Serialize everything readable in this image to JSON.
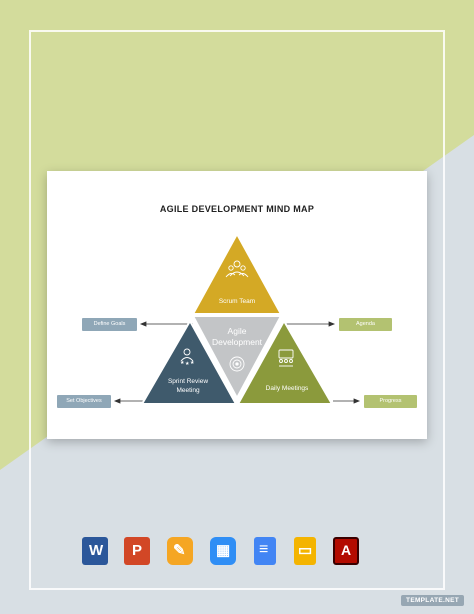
{
  "page": {
    "watermark": "TEMPLATE.NET"
  },
  "colors": {
    "background_top": "#d3dc9c",
    "background_bottom": "#d8dfe4",
    "triangle_top": "#d4a925",
    "triangle_center": "#c3c5c7",
    "triangle_left": "#3f5a6c",
    "triangle_right": "#8b9a3c",
    "tag_blue": "#8fa7b7",
    "tag_green": "#b3c271"
  },
  "mindmap": {
    "title": "AGILE DEVELOPMENT MIND MAP",
    "center": {
      "line1": "Agile",
      "line2": "Development",
      "icon": "target-icon"
    },
    "top": {
      "label": "Scrum Team",
      "icon": "team-icon"
    },
    "left": {
      "line1": "Sprint Review",
      "line2": "Meeting",
      "icon": "award-icon"
    },
    "right": {
      "label": "Daily Meetings",
      "icon": "meeting-icon"
    },
    "tags": {
      "define_goals": "Define Goals",
      "set_objectives": "Set Objectives",
      "agenda": "Agenda",
      "progress": "Progress"
    }
  },
  "apps": [
    {
      "name": "word",
      "glyph": "W",
      "color": "#2b579a"
    },
    {
      "name": "powerpoint",
      "glyph": "P",
      "color": "#d24726"
    },
    {
      "name": "pages",
      "glyph": "✎",
      "color": "#f5a623"
    },
    {
      "name": "keynote",
      "glyph": "▦",
      "color": "#2f8ef5"
    },
    {
      "name": "google-docs",
      "glyph": "≡",
      "color": "#4285f4"
    },
    {
      "name": "google-slides",
      "glyph": "▭",
      "color": "#f4b400"
    },
    {
      "name": "acrobat",
      "glyph": "A",
      "color": "#b30b00"
    }
  ]
}
